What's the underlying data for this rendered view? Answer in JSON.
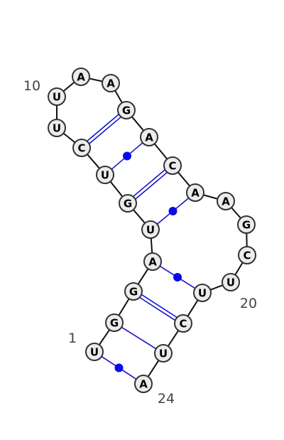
{
  "diagram": {
    "sequence": [
      "U",
      "G",
      "G",
      "A",
      "U",
      "G",
      "U",
      "C",
      "U",
      "U",
      "A",
      "A",
      "G",
      "A",
      "C",
      "A",
      "A",
      "G",
      "C",
      "U",
      "U",
      "C",
      "U",
      "A"
    ],
    "pairs": [
      {
        "i": 1,
        "j": 24,
        "type": "wobble"
      },
      {
        "i": 2,
        "j": 23,
        "type": "single"
      },
      {
        "i": 3,
        "j": 22,
        "type": "double"
      },
      {
        "i": 4,
        "j": 21,
        "type": "wobble"
      },
      {
        "i": 5,
        "j": 16,
        "type": "wobble"
      },
      {
        "i": 6,
        "j": 15,
        "type": "double"
      },
      {
        "i": 7,
        "j": 14,
        "type": "wobble"
      },
      {
        "i": 8,
        "j": 13,
        "type": "double"
      }
    ],
    "number_labels": [
      {
        "text": "1",
        "index": 1
      },
      {
        "text": "10",
        "index": 10
      },
      {
        "text": "20",
        "index": 20
      },
      {
        "text": "24",
        "index": 24
      }
    ]
  }
}
